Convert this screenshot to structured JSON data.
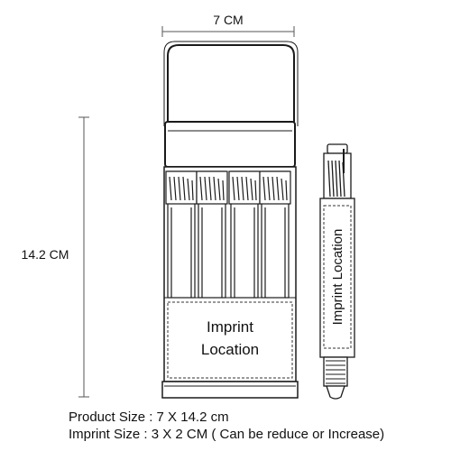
{
  "dimensions": {
    "width_label": "7 CM",
    "height_label": "14.2 CM"
  },
  "imprint_labels": {
    "case_line1": "Imprint",
    "case_line2": "Location",
    "pen": "Imprint Location"
  },
  "specs": {
    "product_size": "Product Size : 7 X 14.2 cm",
    "imprint_size": "Imprint Size : 3 X 2 CM ( Can be reduce or Increase)"
  },
  "colors": {
    "line": "#1a1a1a",
    "dim_line": "#666666"
  }
}
